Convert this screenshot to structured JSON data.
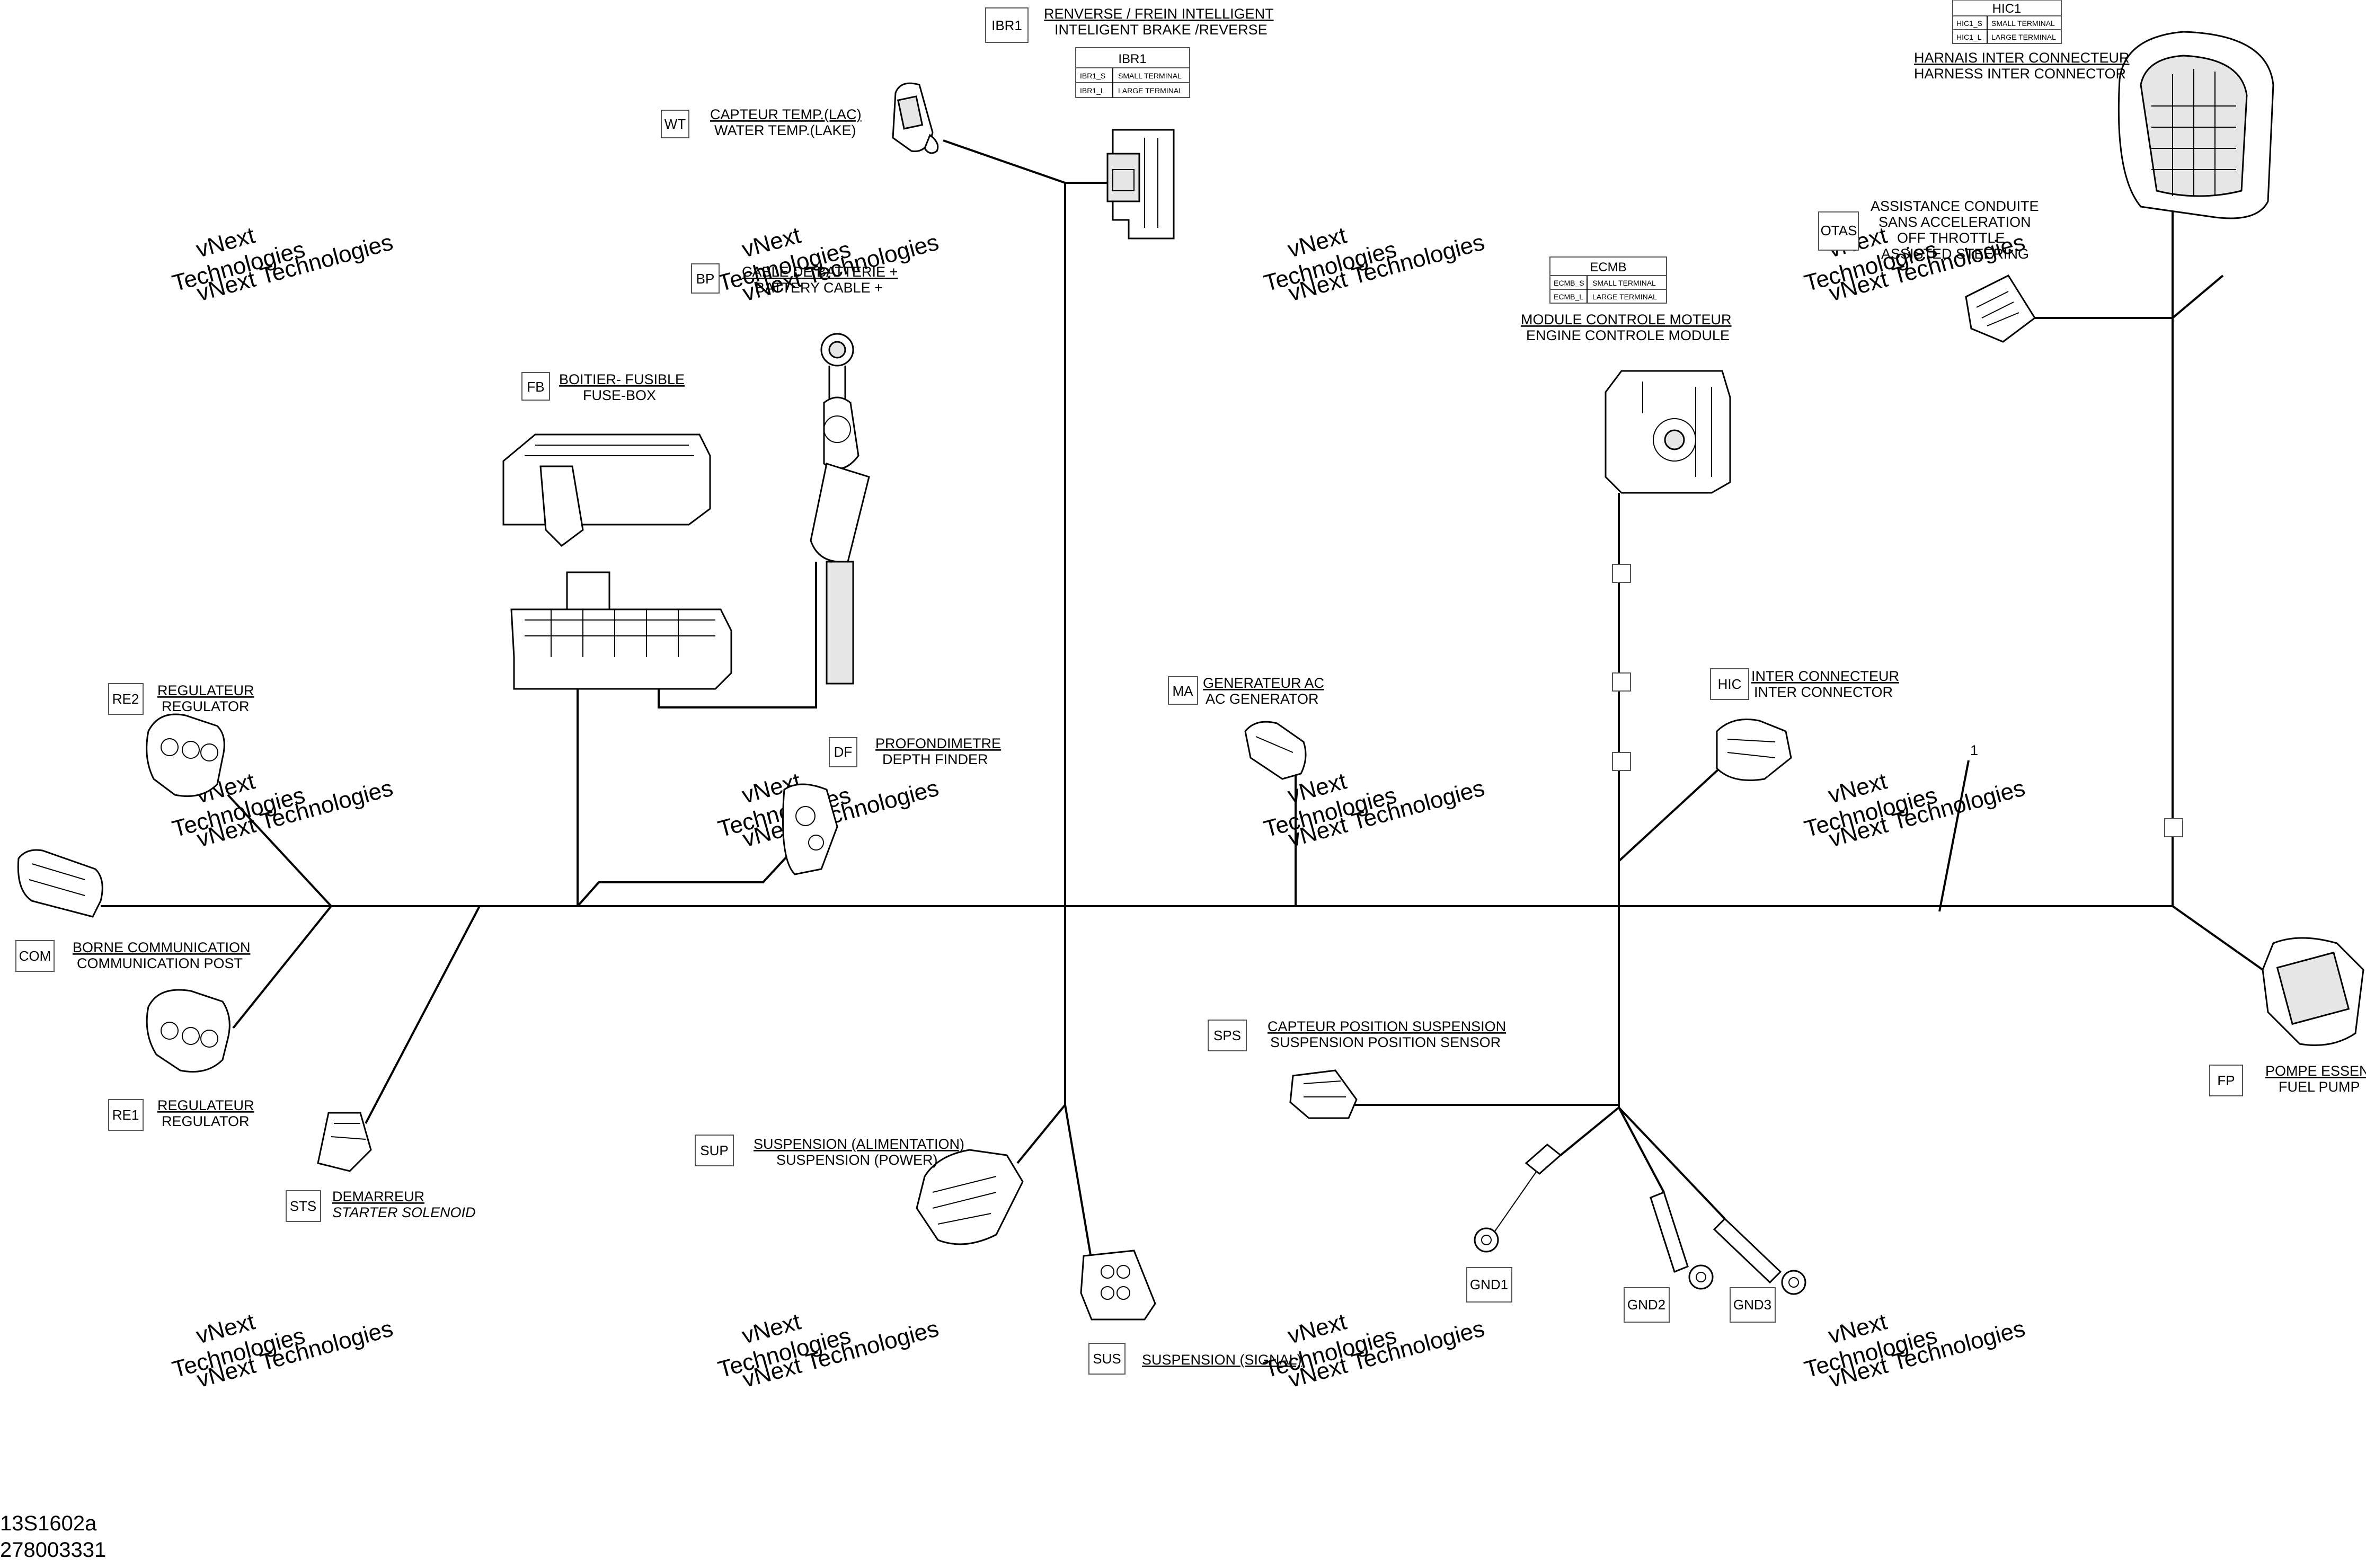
{
  "diagram_id": "13S1602a",
  "part_number": "278003331",
  "callout_number": "1",
  "watermark": {
    "line1": "vNext",
    "line2": "Technologies",
    "line3": "vNext Technologies"
  },
  "components": {
    "ibr1": {
      "code": "IBR1",
      "label_fr": "RENVERSE / FREIN INTELLIGENT",
      "label_en": "INTELIGENT BRAKE /REVERSE",
      "table": {
        "title": "IBR1",
        "rows": [
          [
            "IBR1_S",
            "SMALL TERMINAL"
          ],
          [
            "IBR1_L",
            "LARGE TERMINAL"
          ]
        ]
      }
    },
    "hic1": {
      "label_fr": "HARNAIS INTER CONNECTEUR",
      "label_en": "HARNESS INTER CONNECTOR",
      "table": {
        "title": "HIC1",
        "rows": [
          [
            "HIC1_S",
            "SMALL TERMINAL"
          ],
          [
            "HIC1_L",
            "LARGE TERMINAL"
          ]
        ]
      }
    },
    "wt": {
      "code": "WT",
      "label_fr": "CAPTEUR TEMP.(LAC)",
      "label_en": "WATER TEMP.(LAKE)"
    },
    "otas": {
      "code": "OTAS",
      "label_fr1": "ASSISTANCE CONDUITE",
      "label_fr2": "SANS ACCELERATION",
      "label_en1": "OFF THROTTLE",
      "label_en2": "ASSISTED STEERING"
    },
    "bp": {
      "code": "BP",
      "label_fr": "CABLE DE BATTERIE +",
      "label_en": "BATTERY CABLE +"
    },
    "ecmb": {
      "label_fr": "MODULE CONTROLE MOTEUR",
      "label_en": "ENGINE CONTROLE MODULE",
      "table": {
        "title": "ECMB",
        "rows": [
          [
            "ECMB_S",
            "SMALL TERMINAL"
          ],
          [
            "ECMB_L",
            "LARGE TERMINAL"
          ]
        ]
      }
    },
    "fb": {
      "code": "FB",
      "label_fr": "BOITIER- FUSIBLE",
      "label_en": "FUSE-BOX"
    },
    "re2": {
      "code": "RE2",
      "label_fr": "REGULATEUR",
      "label_en": "REGULATOR"
    },
    "ma": {
      "code": "MA",
      "label_fr": "GENERATEUR AC",
      "label_en": "AC GENERATOR"
    },
    "hic": {
      "code": "HIC",
      "label_fr": "INTER CONNECTEUR",
      "label_en": "INTER CONNECTOR"
    },
    "df": {
      "code": "DF",
      "label_fr": "PROFONDIMETRE",
      "label_en": "DEPTH FINDER"
    },
    "com": {
      "code": "COM",
      "label_fr": "BORNE COMMUNICATION",
      "label_en": "COMMUNICATION POST"
    },
    "sps": {
      "code": "SPS",
      "label_fr": "CAPTEUR POSITION SUSPENSION",
      "label_en": "SUSPENSION POSITION SENSOR"
    },
    "fp": {
      "code": "FP",
      "label_fr": "POMPE ESSENCE",
      "label_en": "FUEL PUMP"
    },
    "re1": {
      "code": "RE1",
      "label_fr": "REGULATEUR",
      "label_en": "REGULATOR"
    },
    "sup": {
      "code": "SUP",
      "label_fr": "SUSPENSION (ALIMENTATION)",
      "label_en": "SUSPENSION (POWER)"
    },
    "sts": {
      "code": "STS",
      "label_fr": "DEMARREUR",
      "label_en": "STARTER SOLENOID"
    },
    "sus": {
      "code": "SUS",
      "label_fr": "SUSPENSION (SIGNAL)"
    },
    "gnd1": {
      "code": "GND1"
    },
    "gnd2": {
      "code": "GND2"
    },
    "gnd3": {
      "code": "GND3"
    }
  }
}
